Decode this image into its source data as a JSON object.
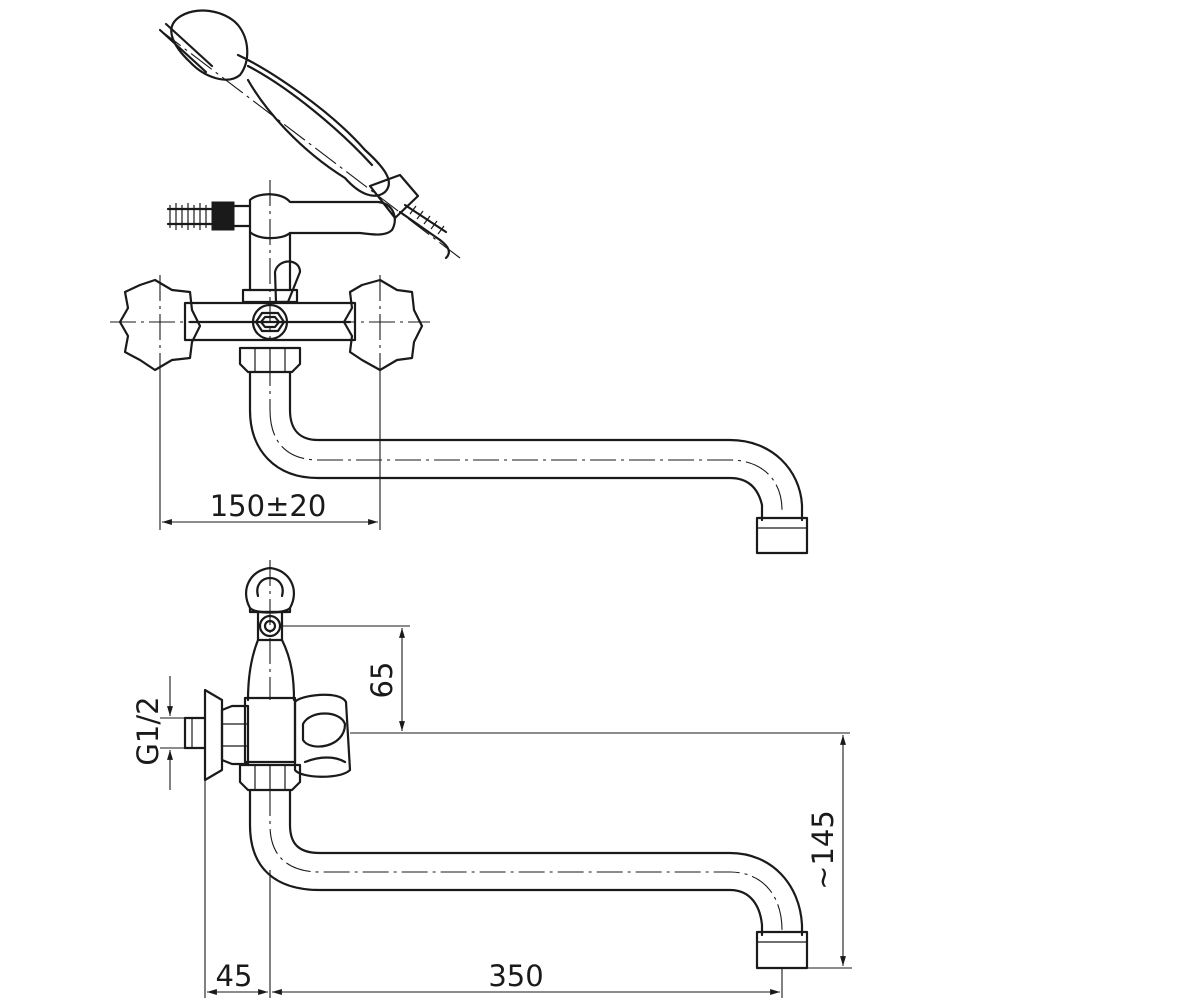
{
  "dimensions": {
    "handle_spacing": "150±20",
    "eccentric_height": "65",
    "thread_size": "G1/2",
    "spout_height": "~145",
    "wall_offset": "45",
    "spout_reach": "350"
  },
  "colors": {
    "line": "#1a1a1a",
    "background": "#ffffff"
  }
}
